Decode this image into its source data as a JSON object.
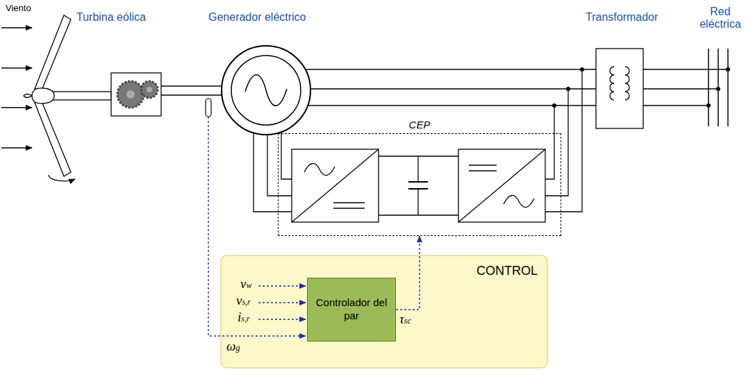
{
  "diagram": {
    "nodes": [
      {
        "text": [
          "CONTROL"
        ]
      },
      {
        "text": [
          "Controlador del par"
        ],
        "in": 0
      },
      {
        "text": [
          "CEP"
        ]
      }
    ],
    "edges": [
      {
        "from": 1,
        "to": 2,
        "arrow": "to",
        "label": "τsc"
      }
    ],
    "labels": [
      "Viento",
      "Turbina eólica",
      "Generador eléctrico",
      "Transformador",
      "Red eléctrica",
      "vw",
      "vs,r",
      "is,r",
      "ωg"
    ]
  }
}
